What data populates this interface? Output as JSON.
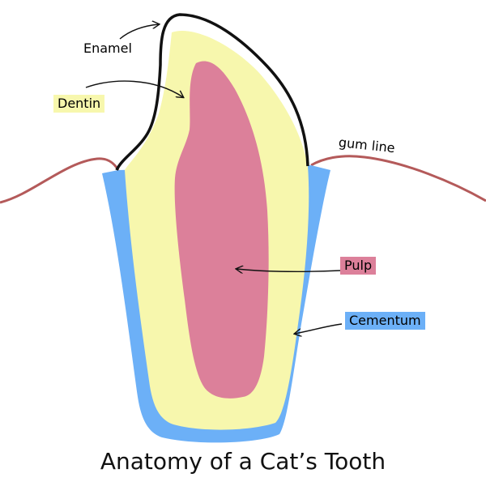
{
  "title": "Anatomy of a Cat’s Tooth",
  "labels": {
    "enamel": "Enamel",
    "dentin": "Dentin",
    "pulp": "Pulp",
    "cementum": "Cementum",
    "gum_line": "gum line"
  },
  "colors": {
    "enamel_outline": "#111111",
    "dentin": "#f7f7ad",
    "pulp": "#dc809a",
    "cementum": "#6cb0f7",
    "gum": "#b45a5a",
    "dentin_chip": "#f7f7ad",
    "pulp_chip": "#dc809a",
    "cementum_chip": "#6cb0f7"
  }
}
